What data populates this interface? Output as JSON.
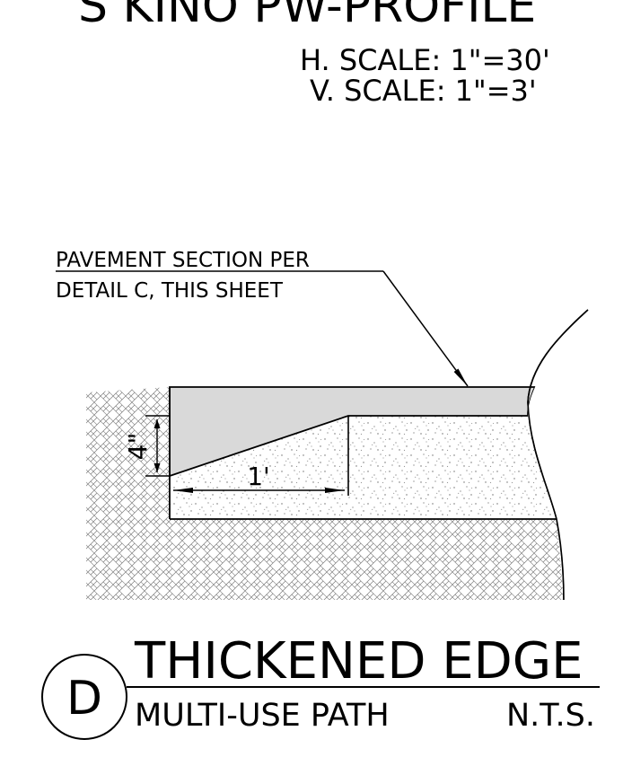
{
  "header": {
    "title_fragment": "S KINO PW-PROFILE",
    "h_scale": "H. SCALE: 1\"=30'",
    "v_scale": "V. SCALE: 1\"=3'"
  },
  "callout": {
    "line1": "PAVEMENT SECTION PER",
    "line2": "DETAIL C, THIS SHEET"
  },
  "dimensions": {
    "depth": "4\"",
    "width": "1'"
  },
  "detail": {
    "marker": "D",
    "title": "THICKENED EDGE",
    "subtitle": "MULTI-USE PATH",
    "scale_note": "N.T.S."
  }
}
